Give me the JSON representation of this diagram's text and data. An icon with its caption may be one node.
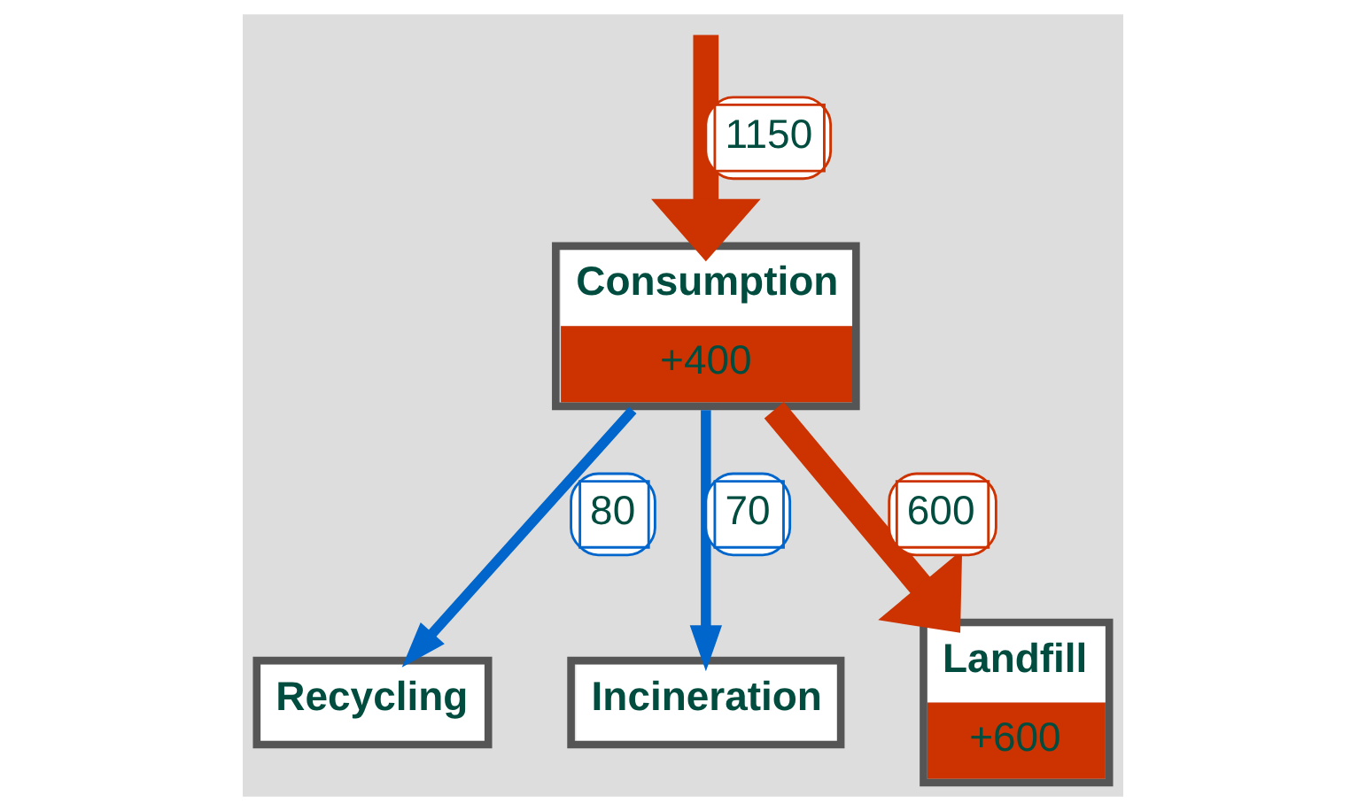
{
  "diagram": {
    "nodes": [
      {
        "text": [
          "Consumption",
          "+400"
        ]
      },
      {
        "text": [
          "Recycling"
        ]
      },
      {
        "text": [
          "Incineration"
        ]
      },
      {
        "text": [
          "Landfill",
          "+600"
        ]
      }
    ],
    "edges": [
      {
        "from": null,
        "to": 0,
        "arrow": "to",
        "label": "1150",
        "style": "thick",
        "color": "#cc3300"
      },
      {
        "from": 0,
        "to": 1,
        "arrow": "to",
        "label": "80",
        "color": "#0066cc"
      },
      {
        "from": 0,
        "to": 2,
        "arrow": "to",
        "label": "70",
        "color": "#0066cc"
      },
      {
        "from": 0,
        "to": 3,
        "arrow": "to",
        "label": "600",
        "style": "thick",
        "color": "#cc3300"
      }
    ]
  }
}
